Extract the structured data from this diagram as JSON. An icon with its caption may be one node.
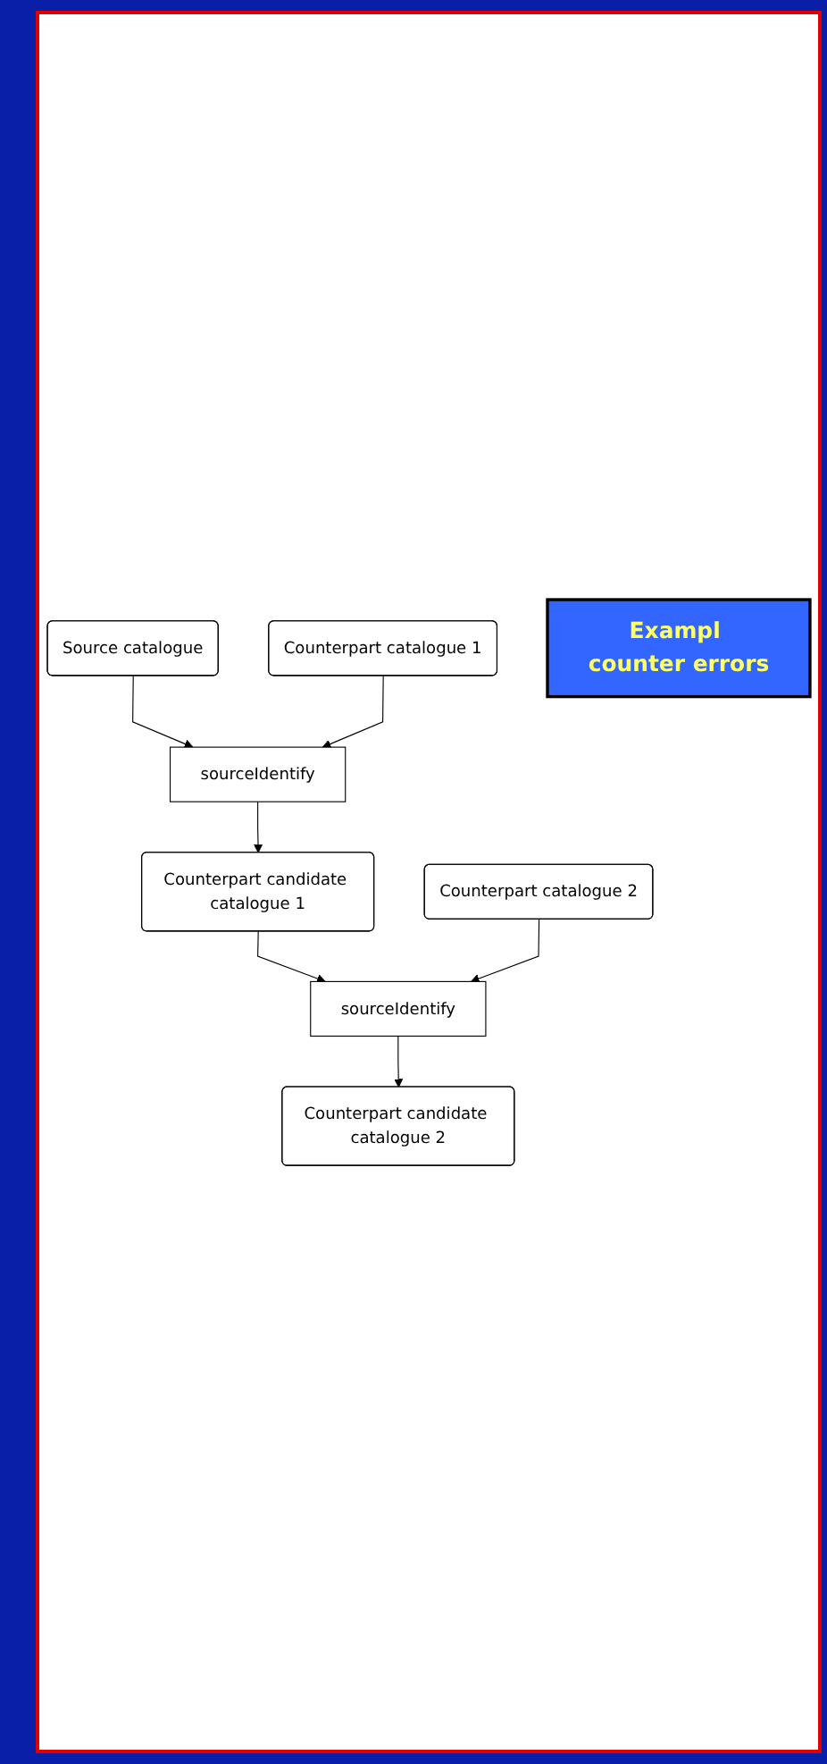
{
  "diagram": {
    "nodes": [
      {
        "text": [
          "Source catalogue"
        ]
      },
      {
        "text": [
          "Counterpart catalogue 1"
        ]
      },
      {
        "text": [
          "sourceIdentify"
        ]
      },
      {
        "text": [
          "Counterpart candidate catalogue 1"
        ]
      },
      {
        "text": [
          "Counterpart catalogue 2"
        ]
      },
      {
        "text": [
          "sourceIdentify"
        ]
      },
      {
        "text": [
          "Counterpart candidate catalogue 2"
        ]
      },
      {
        "text": [
          "Exampl counter errors"
        ]
      }
    ],
    "edges": [
      {
        "from": 0,
        "to": 2,
        "arrow": "to"
      },
      {
        "from": 1,
        "to": 2,
        "arrow": "to"
      },
      {
        "from": 2,
        "to": 3,
        "arrow": "to"
      },
      {
        "from": 3,
        "to": 5,
        "arrow": "to"
      },
      {
        "from": 4,
        "to": 5,
        "arrow": "to"
      },
      {
        "from": 5,
        "to": 6,
        "arrow": "to"
      }
    ]
  }
}
